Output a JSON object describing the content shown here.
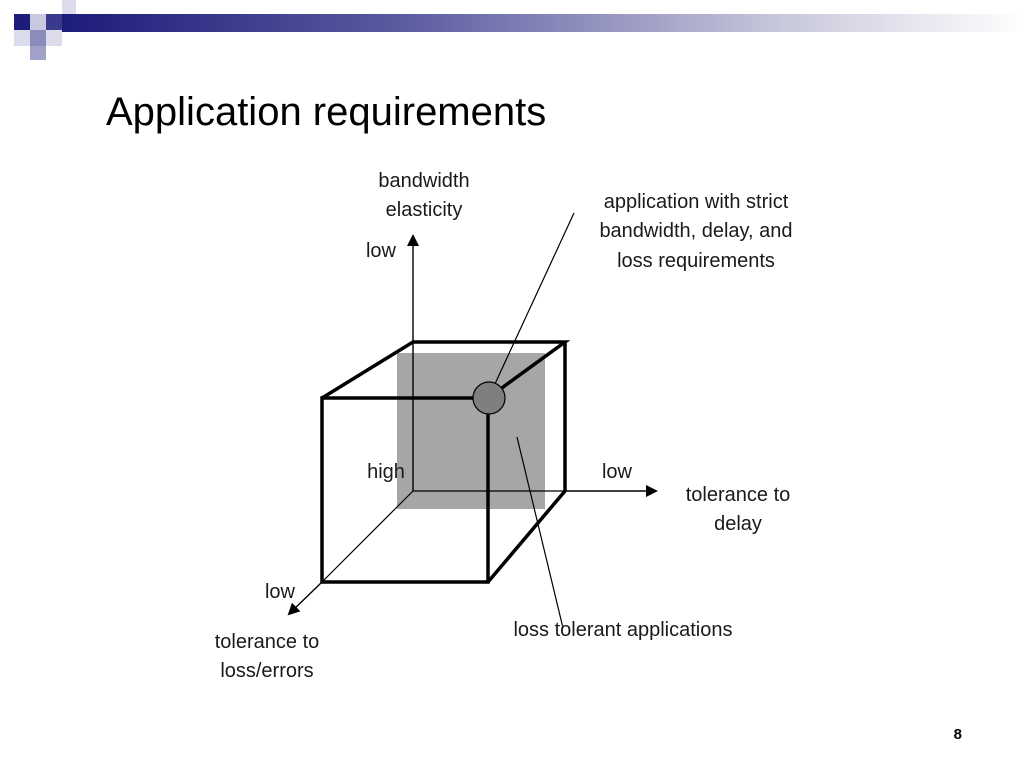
{
  "slide": {
    "title": "Application requirements",
    "page_number": "8"
  },
  "diagram": {
    "axes": {
      "vertical": {
        "label_line1": "bandwidth",
        "label_line2": "elasticity",
        "end_label": "low"
      },
      "horizontal": {
        "label_line1": "tolerance to",
        "label_line2": "delay",
        "end_label": "low"
      },
      "depth": {
        "label_line1": "tolerance to",
        "label_line2": "loss/errors",
        "end_label": "low"
      },
      "origin_label": "high"
    },
    "callouts": {
      "strict_app": {
        "line1": "application with strict",
        "line2": "bandwidth, delay, and",
        "line3": "loss requirements"
      },
      "loss_tolerant": {
        "text": "loss tolerant applications"
      }
    },
    "colors": {
      "shaded_region": "#a6a6a6",
      "point_fill": "#7f7f7f",
      "band_dark": "#1c1c7a",
      "band_light": "#ffffff"
    }
  }
}
